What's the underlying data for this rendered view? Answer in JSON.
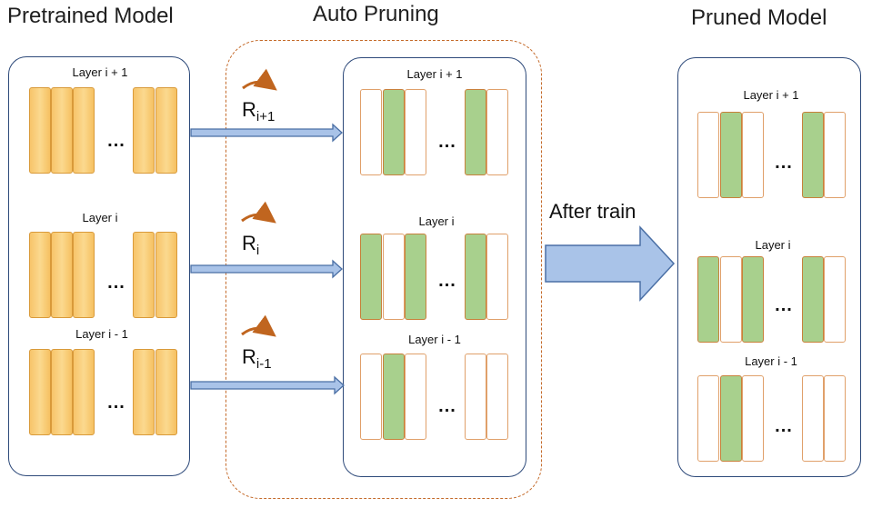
{
  "titles": {
    "pretrained": "Pretrained Model",
    "auto_pruning": "Auto Pruning",
    "pruned": "Pruned Model"
  },
  "after_train": "After train",
  "layer_labels": {
    "next": "Layer i + 1",
    "current": "Layer i",
    "prev": "Layer i - 1"
  },
  "ellipsis": "...",
  "ratios": [
    {
      "base": "R",
      "sub": "i+1"
    },
    {
      "base": "R",
      "sub": "i"
    },
    {
      "base": "R",
      "sub": "i-1"
    }
  ],
  "colors": {
    "panel_border": "#2e4a7a",
    "dashed_border": "#c46a2a",
    "filter_orange": "#f7c46a",
    "filter_green": "#a8d08d",
    "arrow_fill": "#a9c3e8",
    "curve_arrow": "#c0651f"
  },
  "patterns": {
    "auto_pruning": [
      [
        "empty",
        "green",
        "empty",
        "green",
        "empty"
      ],
      [
        "green",
        "empty",
        "green",
        "green",
        "empty"
      ],
      [
        "empty",
        "green",
        "empty",
        "empty",
        "empty"
      ]
    ],
    "pruned": [
      [
        "empty",
        "green",
        "empty",
        "green",
        "empty"
      ],
      [
        "green",
        "empty",
        "green",
        "green",
        "empty"
      ],
      [
        "empty",
        "green",
        "empty",
        "empty",
        "empty"
      ]
    ]
  }
}
